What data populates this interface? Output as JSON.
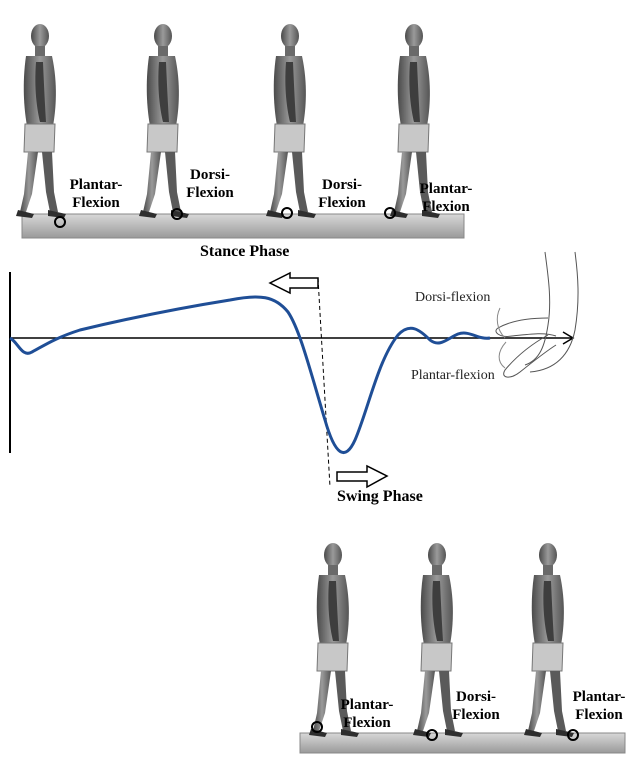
{
  "top_labels": [
    {
      "line1": "Plantar-",
      "line2": "Flexion"
    },
    {
      "line1": "Dorsi-",
      "line2": "Flexion"
    },
    {
      "line1": "Dorsi-",
      "line2": "Flexion"
    },
    {
      "line1": "Plantar-",
      "line2": "Flexion"
    }
  ],
  "bottom_labels": [
    {
      "line1": "Plantar-",
      "line2": "Flexion"
    },
    {
      "line1": "Dorsi-",
      "line2": "Flexion"
    },
    {
      "line1": "Plantar-",
      "line2": "Flexion"
    }
  ],
  "phases": {
    "stance": "Stance Phase",
    "swing": "Swing Phase"
  },
  "foot_inset": {
    "dorsi": "Dorsi-flexion",
    "plantar": "Plantar-flexion"
  },
  "colors": {
    "curve": "#1f4e96",
    "figure": "#6e6e6e",
    "floor": "#b8b8b8"
  }
}
